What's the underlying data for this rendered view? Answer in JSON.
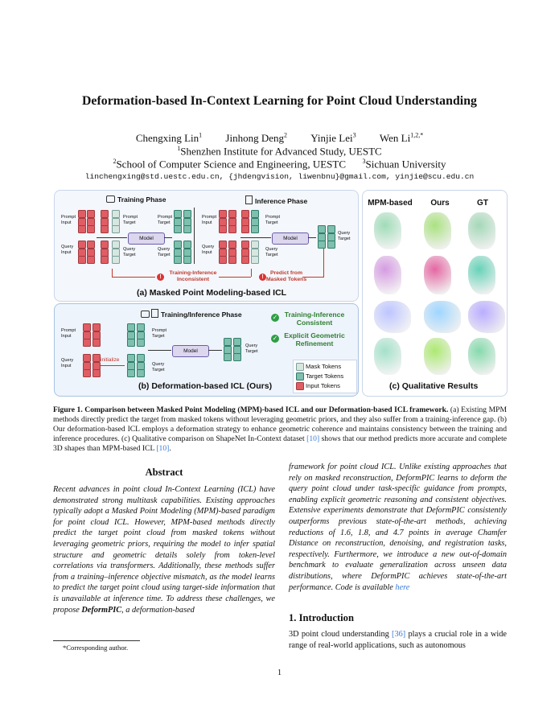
{
  "paper": {
    "title": "Deformation-based In-Context Learning for Point Cloud Understanding",
    "authors": [
      {
        "name": "Chengxing Lin",
        "sup": "1"
      },
      {
        "name": "Jinhong Deng",
        "sup": "2"
      },
      {
        "name": "Yinjie Lei",
        "sup": "3"
      },
      {
        "name": "Wen Li",
        "sup": "1,2,*"
      }
    ],
    "affiliation_line1": {
      "sup": "1",
      "text": "Shenzhen Institute for Advanced Study, UESTC"
    },
    "affiliation_line2": [
      {
        "sup": "2",
        "text": "School of Computer Science and Engineering, UESTC"
      },
      {
        "sup": "3",
        "text": "Sichuan University"
      }
    ],
    "emails": "linchengxing@std.uestc.edu.cn, {jhdengvision, liwenbnu}@gmail.com, yinjie@scu.edu.cn"
  },
  "figure": {
    "panel_a": {
      "training_phase": "Training Phase",
      "inference_phase": "Inference Phase",
      "prompt_input": "Prompt\nInput",
      "prompt_target": "Prompt\nTarget",
      "query_input": "Query\nInput",
      "query_target": "Query\nTarget",
      "model": "Model",
      "warning_1": "Training-Inference\nInconsistent",
      "warning_2": "Predict from\nMasked Tokens",
      "caption": "(a) Masked Point Modeling-based ICL"
    },
    "panel_b": {
      "phase": "Training/Inference Phase",
      "prompt_input": "Prompt\nInput",
      "prompt_target": "Prompt\nTarget",
      "query_input": "Query\nInput",
      "query_target": "Query\nTarget",
      "initialize": "initialize",
      "model": "Model",
      "benefit_1": "Training-Inference\nConsistent",
      "benefit_2": "Explicit Geometric\nRefinement",
      "legend": [
        "Mask Tokens",
        "Target Tokens",
        "Input Tokens"
      ],
      "caption": "(b) Deformation-based ICL (Ours)"
    },
    "panel_c": {
      "columns": [
        "MPM-based",
        "Ours",
        "GT"
      ],
      "caption": "(c) Qualitative Results"
    },
    "colors": {
      "input_token": "#e05d64",
      "target_token": "#7fbfae",
      "mask_token": "#d8e6e0",
      "warning": "#c0392b",
      "positive": "#2e7d32"
    }
  },
  "caption": {
    "label": "Figure 1.",
    "bold": "Comparison between Masked Point Modeling (MPM)-based ICL and our Deformation-based ICL framework.",
    "text_1": "(a) Existing MPM methods directly predict the target from masked tokens without leveraging geometric priors, and they also suffer from a training-inference gap. (b) Our deformation-based ICL employs a deformation strategy to enhance geometric coherence and maintains consistency between the training and inference procedures. (c) Qualitative comparison on ShapeNet In-Context dataset ",
    "cite_1": "[10]",
    "text_2": " shows that our method predicts more accurate and complete 3D shapes than MPM-based ICL ",
    "cite_2": "[10]",
    "text_3": "."
  },
  "abstract": {
    "heading": "Abstract",
    "left": "Recent advances in point cloud In-Context Learning (ICL) have demonstrated strong multitask capabilities. Existing approaches typically adopt a Masked Point Modeling (MPM)-based paradigm for point cloud ICL. However, MPM-based methods directly predict the target point cloud from masked tokens without leveraging geometric priors, requiring the model to infer spatial structure and geometric details solely from token-level correlations via transformers. Additionally, these methods suffer from a training–inference objective mismatch, as the model learns to predict the target point cloud using target-side information that is unavailable at inference time. To address these challenges, we propose ",
    "method": "DeformPIC",
    "left_tail": ", a deformation-based",
    "right": "framework for point cloud ICL. Unlike existing approaches that rely on masked reconstruction, DeformPIC learns to deform the query point cloud under task-specific guidance from prompts, enabling explicit geometric reasoning and consistent objectives. Extensive experiments demonstrate that DeformPIC consistently outperforms previous state-of-the-art methods, achieving reductions of 1.6, 1.8, and 4.7 points in average Chamfer Distance on reconstruction, denoising, and registration tasks, respectively. Furthermore, we introduce a new out-of-domain benchmark to evaluate generalization across unseen data distributions, where DeformPIC achieves state-of-the-art performance. Code is available ",
    "link": "here"
  },
  "intro": {
    "heading": "1. Introduction",
    "text_1": "3D point cloud understanding ",
    "cite": "[36]",
    "text_2": " plays a crucial role in a wide range of real-world applications, such as autonomous"
  },
  "footnote": "*Corresponding author.",
  "page_number": "1"
}
